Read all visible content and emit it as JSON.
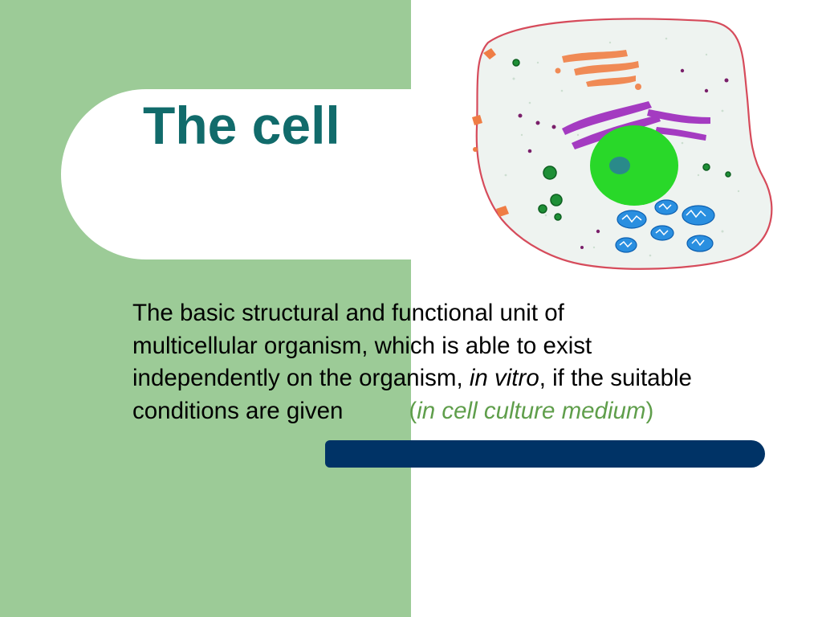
{
  "slide": {
    "title": "The cell",
    "body": {
      "line1": "The basic structural and functional unit of",
      "line2": "multicellular organism, which is able to exist",
      "line3_start": "independently on the organism, ",
      "line3_italic": "in vitro",
      "line3_end": ", if the suitable",
      "line4_start": "conditions are given",
      "paren_open": "(",
      "paren_italic": "in cell culture medium",
      "paren_close": ")"
    }
  },
  "colors": {
    "green_panel": "#9ccb97",
    "title": "#116b6b",
    "bar": "#003366",
    "parenthetical": "#5f9e4b"
  },
  "illustration": {
    "subject": "animal-cell"
  }
}
